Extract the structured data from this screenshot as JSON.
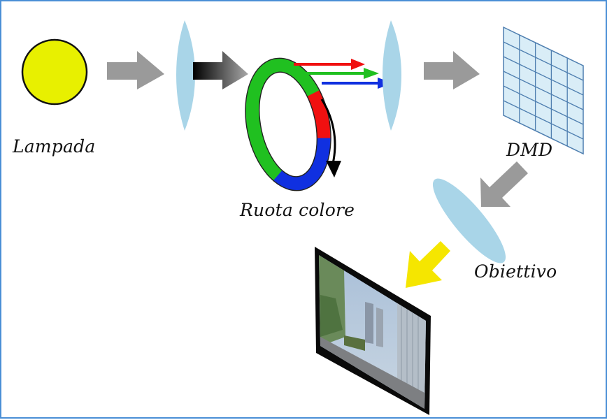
{
  "labels": {
    "lamp": "Lampada",
    "color_wheel": "Ruota colore",
    "dmd": "DMD",
    "lens": "Obiettivo"
  },
  "colors": {
    "frame": "#4a8fd6",
    "lamp_fill": "#e8f000",
    "lens_fill": "#a9d5e8",
    "arrow_gray": "#9a9a9a",
    "wheel_red": "#f01010",
    "wheel_blue": "#1030e0",
    "wheel_green": "#20c020",
    "projection_arrow": "#f5e600",
    "dmd_grid_fill": "#d9edf7",
    "dmd_grid_line": "#4f7fb0"
  },
  "icons": {
    "lamp": "circle",
    "condenser_lens": "lens",
    "color_wheel": "ring",
    "dmd": "grid",
    "objective": "lens",
    "screen": "framed-photo"
  }
}
